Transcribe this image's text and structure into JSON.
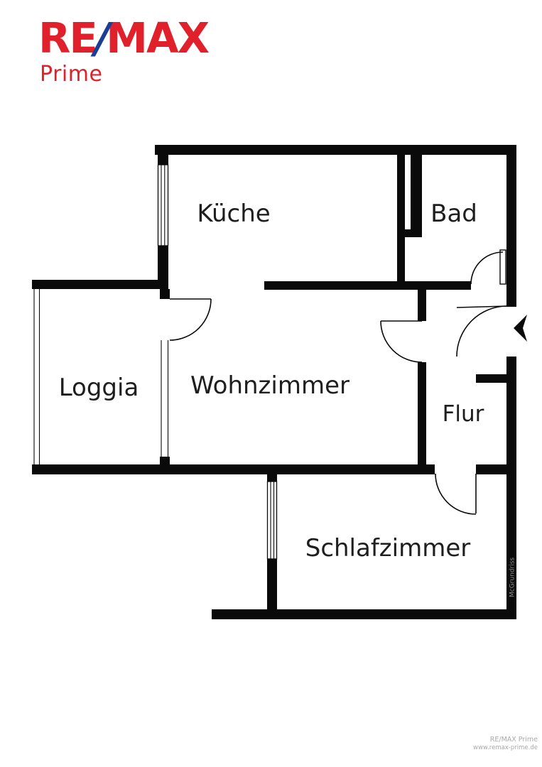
{
  "logo": {
    "re": "RE",
    "slash": "/",
    "max": "MAX",
    "sub": "Prime"
  },
  "plan": {
    "rooms": {
      "kueche": "Küche",
      "bad": "Bad",
      "loggia": "Loggia",
      "wohnzimmer": "Wohnzimmer",
      "flur": "Flur",
      "schlafzimmer": "Schlafzimmer"
    },
    "watermark": "McGrundriss"
  },
  "footer": {
    "brand": "RE/MAX Prime",
    "website": "www.remax-prime.de"
  },
  "colors": {
    "brand_red": "#e0212b",
    "brand_blue": "#1c3f94",
    "wall_black": "#0a0a0a",
    "muted_gray": "#a9a9a9"
  }
}
